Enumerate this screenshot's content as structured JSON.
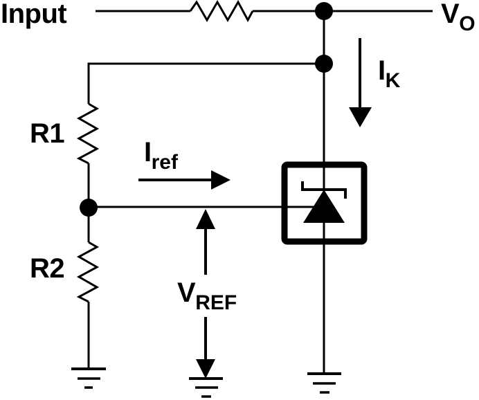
{
  "labels": {
    "input": "Input",
    "r1": "R1",
    "r2": "R2",
    "vo": {
      "main": "V",
      "sub": "O"
    },
    "ik": {
      "main": "I",
      "sub": "K"
    },
    "iref": {
      "main": "I",
      "sub": "ref"
    },
    "vref": {
      "main": "V",
      "sub": "REF"
    }
  },
  "symbols": {
    "series_resistor": "zigzag-resistor",
    "r1": "zigzag-resistor",
    "r2": "zigzag-resistor",
    "regulator": "boxed-shunt-regulator-with-internal-zener-triangle",
    "junctions": "filled-dot",
    "grounds": "three-line-earth-ground",
    "arrows": [
      "ik-down-arrow",
      "iref-right-arrow",
      "vref-up-arrow",
      "vref-down-arrow"
    ]
  },
  "colors": {
    "line": "#000000",
    "background": "#ffffff"
  }
}
